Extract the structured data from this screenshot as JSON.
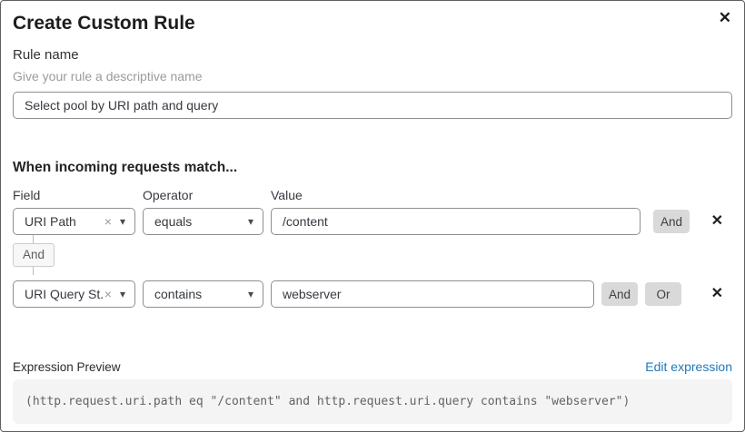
{
  "dialog": {
    "title": "Create Custom Rule"
  },
  "icons": {
    "close": "✕",
    "caret_down": "▾",
    "clear": "×",
    "remove": "✕"
  },
  "rule_name": {
    "label": "Rule name",
    "helper": "Give your rule a descriptive name",
    "value": "Select pool by URI path and query"
  },
  "match": {
    "heading": "When incoming requests match...",
    "columns": {
      "field": "Field",
      "operator": "Operator",
      "value": "Value"
    },
    "connector_label": "And",
    "rows": [
      {
        "field": "URI Path",
        "operator": "equals",
        "value": "/content",
        "buttons": [
          "And"
        ]
      },
      {
        "field": "URI Query St...",
        "operator": "contains",
        "value": "webserver",
        "buttons": [
          "And",
          "Or"
        ]
      }
    ]
  },
  "expression": {
    "label": "Expression Preview",
    "edit_link": "Edit expression",
    "code": "(http.request.uri.path eq \"/content\" and http.request.uri.query contains \"webserver\")"
  },
  "colors": {
    "link_blue": "#2179b9",
    "button_gray": "#d9d9d9",
    "code_bg": "#f4f4f4",
    "input_border": "#8f8f8f"
  }
}
